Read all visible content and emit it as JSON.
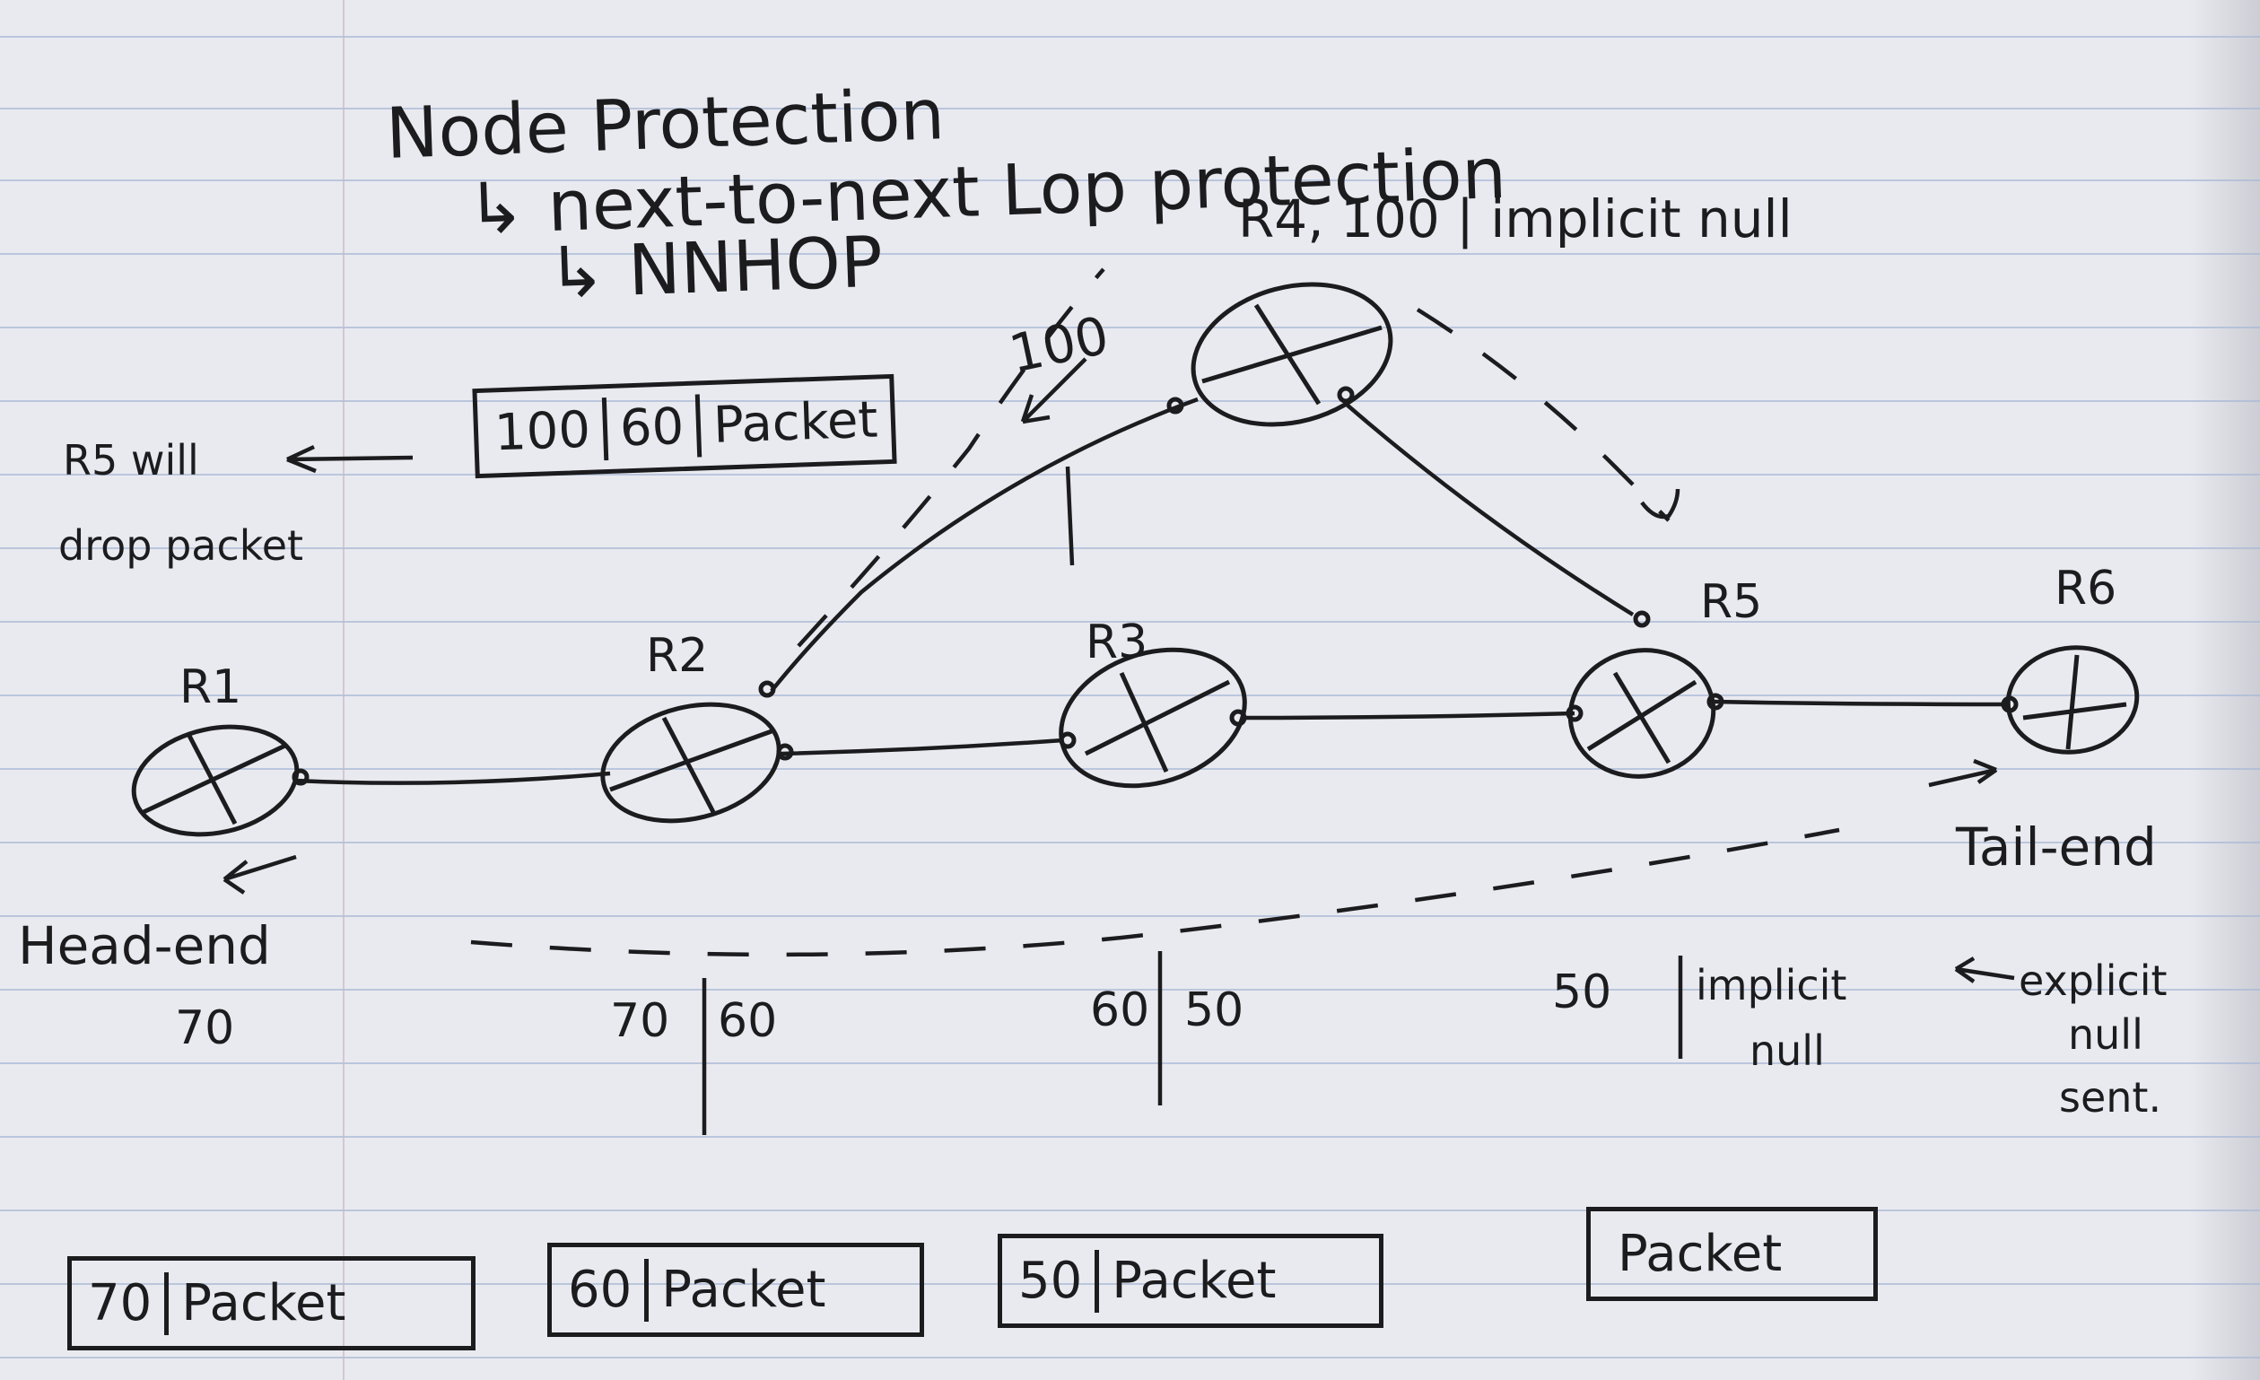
{
  "title": {
    "line1": "Node Protection",
    "line2": "↳ next-to-next Lop protection",
    "line3": "↳ NNHOP"
  },
  "routers": [
    {
      "id": "r1",
      "label": "R1"
    },
    {
      "id": "r2",
      "label": "R2"
    },
    {
      "id": "r3",
      "label": "R3"
    },
    {
      "id": "r4",
      "label": "R4, 100 | implicit null"
    },
    {
      "id": "r5",
      "label": "R5"
    },
    {
      "id": "r6",
      "label": "R6"
    }
  ],
  "annotations": {
    "r5_will": "R5 will",
    "drop_packet": "drop packet",
    "bypass_label": "100",
    "head_end": "Head-end",
    "tail_end": "Tail-end",
    "explicit": "explicit",
    "null": "null",
    "sent": "sent."
  },
  "labels": {
    "r1": "70",
    "r2_in": "70",
    "r2_out": "60",
    "r3_in": "60",
    "r3_out": "50",
    "r5_in": "50",
    "r5_out_1": "implicit",
    "r5_out_2": "null"
  },
  "bypass_packet": {
    "a": "100",
    "b": "60",
    "c": "Packet"
  },
  "packets": [
    {
      "label": "70",
      "text": "Packet"
    },
    {
      "label": "60",
      "text": "Packet"
    },
    {
      "label": "50",
      "text": "Packet"
    },
    {
      "label": "",
      "text": "Packet"
    }
  ]
}
